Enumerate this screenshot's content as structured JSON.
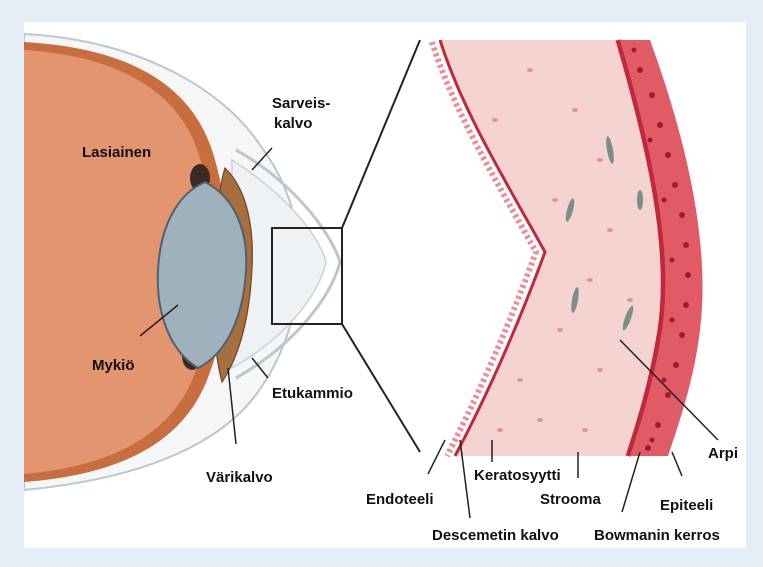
{
  "labels": {
    "lasiainen": "Lasiainen",
    "sarveiskalvo_1": "Sarveis-",
    "sarveiskalvo_2": "kalvo",
    "mykio": "Mykiö",
    "etukammio": "Etukammio",
    "varikalvo": "Värikalvo",
    "endoteeli": "Endoteeli",
    "descemetin_kalvo": "Descemetin kalvo",
    "keratosyytti": "Keratosyytti",
    "strooma": "Strooma",
    "bowmanin_kerros": "Bowmanin kerros",
    "epiteeli": "Epiteeli",
    "arpi": "Arpi"
  },
  "colors": {
    "background": "#e3edf5",
    "panel": "#ffffff",
    "vitreous": "#e2956f",
    "retina": "#c86d3d",
    "lens": "#9fb1bc",
    "iris": "#a86f3e",
    "cornea_outline": "#bcc6cd",
    "stroma": "#f5d3d0",
    "epithelium": "#e15b66",
    "bowman": "#c0283c",
    "keratocyte": "#e98e97",
    "scar": "#7a8f8a"
  }
}
